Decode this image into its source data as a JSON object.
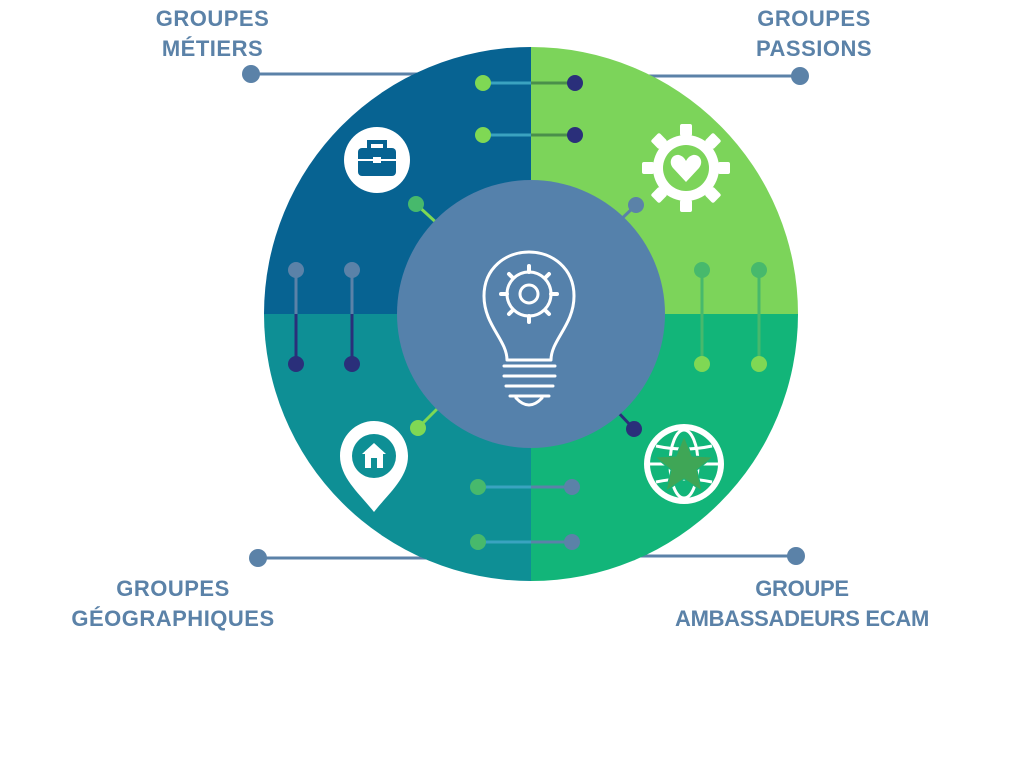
{
  "groups": {
    "metiers": {
      "line1": "GROUPES",
      "line2": "MÉTIERS",
      "icon": "briefcase-icon"
    },
    "passions": {
      "line1": "GROUPES",
      "line2": "PASSIONS",
      "icon": "gear-heart-icon"
    },
    "geographiques": {
      "line1": "GROUPES",
      "line2": "GÉOGRAPHIQUES",
      "icon": "map-pin-home-icon"
    },
    "ambassadeurs": {
      "line1": "GROUPE",
      "line2": "AMBASSADEURS ECAM",
      "icon": "globe-star-icon"
    }
  },
  "center": {
    "icon": "lightbulb-gear-icon"
  },
  "colors": {
    "label": "#5b82a8",
    "q_top_left": "#076392",
    "q_top_right": "#7cd45a",
    "q_bottom_left": "#0e8f95",
    "q_bottom_right": "#12b579",
    "center": "#5581ab",
    "node_blue": "#5b82a8",
    "node_navy": "#2a2f7a",
    "node_green": "#47b96c",
    "node_lightgreen": "#7fd854"
  }
}
